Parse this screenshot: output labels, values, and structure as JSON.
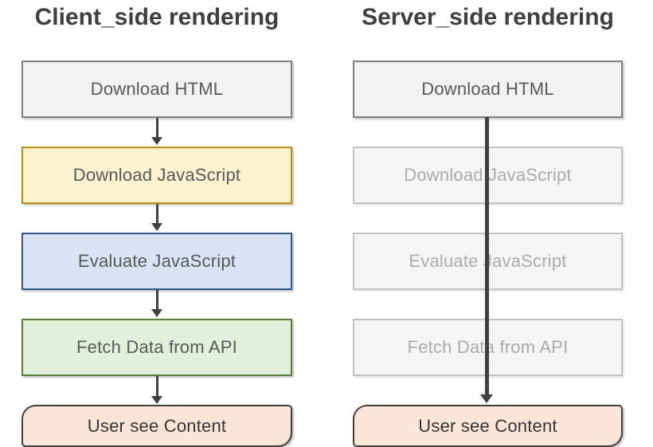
{
  "diagram": {
    "type": "flowchart-comparison",
    "colors": {
      "arrow": "#404040",
      "title_text": "#3f3f3f",
      "step_text": "#595959",
      "faded_text": "#ababab",
      "neutral_fill": "#f2f2f2",
      "neutral_border": "#7f7f7f",
      "yellow_fill": "#fdf2cf",
      "yellow_border": "#bf9000",
      "blue_fill": "#dae3f3",
      "blue_border": "#2f5597",
      "green_fill": "#e2efda",
      "green_border": "#548235",
      "faded_fill": "#f5f5f5",
      "faded_border": "#c2c2c2",
      "terminal_fill": "#fbe5d6",
      "terminal_border": "#3f3f3f"
    }
  },
  "columns": [
    {
      "title": "Client_side rendering",
      "steps": [
        {
          "label": "Download HTML"
        },
        {
          "label": "Download JavaScript"
        },
        {
          "label": "Evaluate JavaScript"
        },
        {
          "label": "Fetch Data from API"
        },
        {
          "label": "User see Content"
        }
      ]
    },
    {
      "title": "Server_side rendering",
      "steps": [
        {
          "label": "Download HTML"
        },
        {
          "label": "Download JavaScript"
        },
        {
          "label": "Evaluate JavaScript"
        },
        {
          "label": "Fetch Data from API"
        },
        {
          "label": "User see Content"
        }
      ]
    }
  ]
}
